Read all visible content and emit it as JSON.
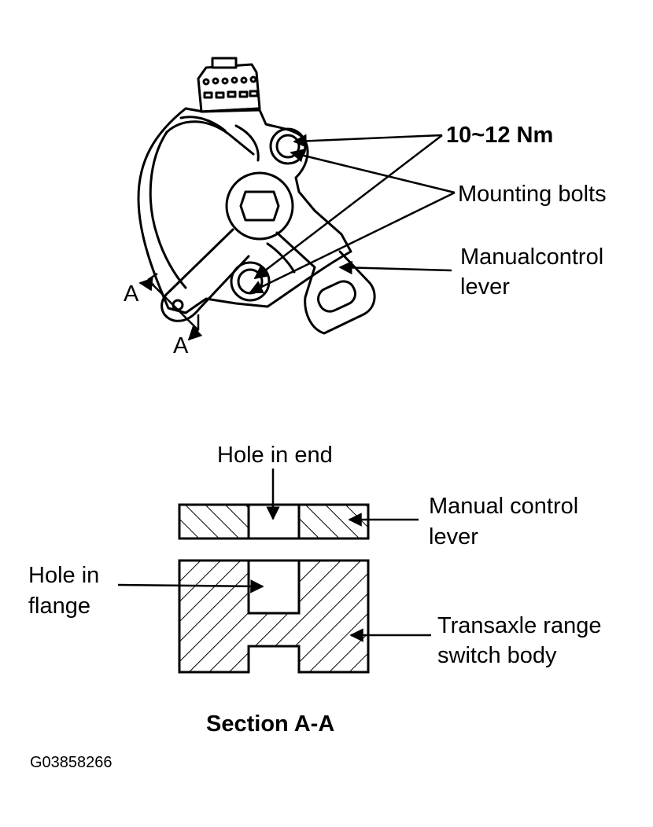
{
  "top_diagram": {
    "torque": "10~12 Nm",
    "mounting_bolts": "Mounting bolts",
    "manual_lever_line1": "Manualcontrol",
    "manual_lever_line2": "lever",
    "section_mark_1": "A",
    "section_mark_2": "A"
  },
  "section_diagram": {
    "hole_in_end": "Hole in end",
    "manual_lever_line1": "Manual control",
    "manual_lever_line2": "lever",
    "hole_in_flange_line1": "Hole in",
    "hole_in_flange_line2": "flange",
    "switch_body_line1": "Transaxle range",
    "switch_body_line2": "switch body",
    "title": "Section A-A"
  },
  "figure_id": "G03858266"
}
